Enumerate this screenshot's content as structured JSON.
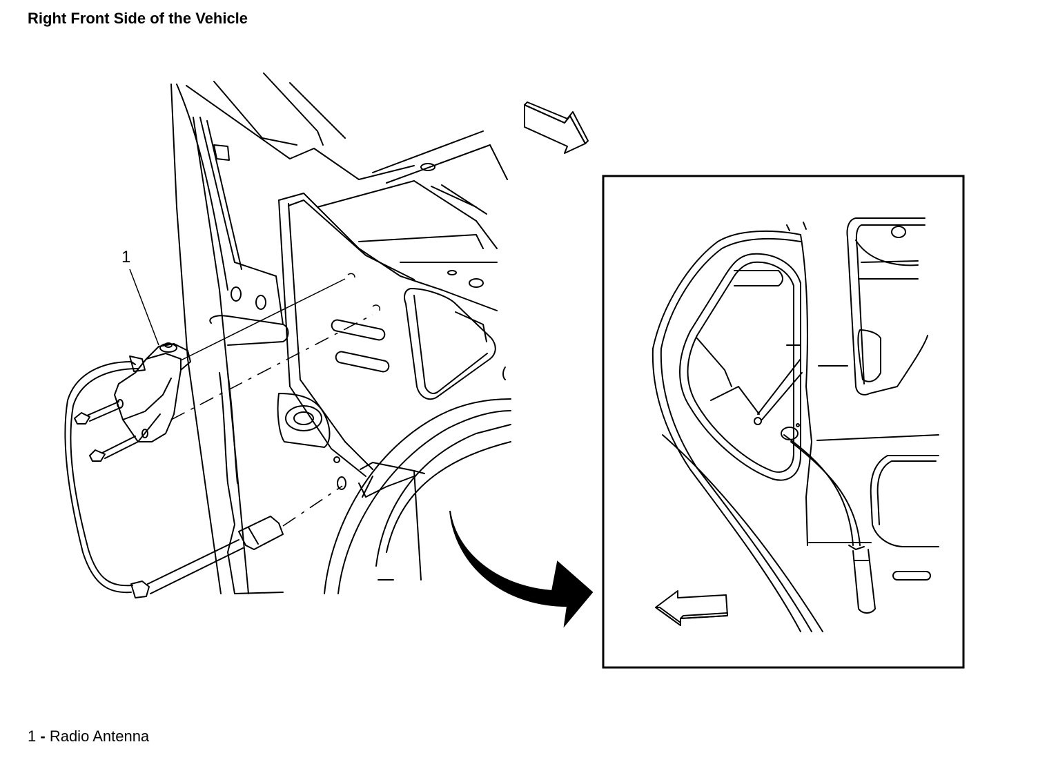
{
  "title": "Right Front Side of the Vehicle",
  "callouts": [
    {
      "number": "1",
      "separator": "-",
      "label": "Radio Antenna"
    }
  ],
  "colors": {
    "line": "#000000",
    "background": "#ffffff",
    "arrow_fill": "#000000"
  },
  "icons": {
    "direction_arrow_top": "forward-direction-arrow-icon",
    "direction_arrow_inset": "forward-direction-arrow-icon",
    "detail_arrow": "curved-detail-arrow-icon"
  }
}
